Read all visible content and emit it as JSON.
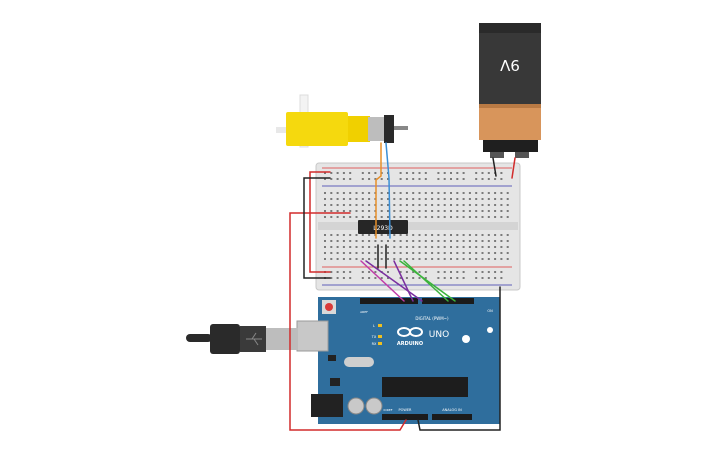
{
  "battery": {
    "label": "9V"
  },
  "driver_ic": {
    "label": "L293D"
  },
  "arduino": {
    "logo_text": "ARDUINO",
    "model": "UNO",
    "digital_label": "DIGITAL (PWM~)",
    "power_label": "POWER",
    "analog_label": "ANALOG IN",
    "aref_label": "AREF",
    "tx_label": "TX",
    "rx_label": "RX",
    "l_label": "L",
    "on_label": "ON",
    "ioref_label": "IOREF"
  },
  "colors": {
    "board_blue": "#2f6e9d",
    "battery_body": "#333333",
    "battery_band": "#d8955b",
    "motor_yellow": "#f5d90e",
    "wire_red": "#d22b2b",
    "wire_black": "#222222",
    "wire_orange": "#e8902a",
    "wire_blue": "#3b8fd6",
    "wire_green": "#3bb33b",
    "wire_purple": "#7a2fa0",
    "wire_magenta": "#c03ca8"
  }
}
